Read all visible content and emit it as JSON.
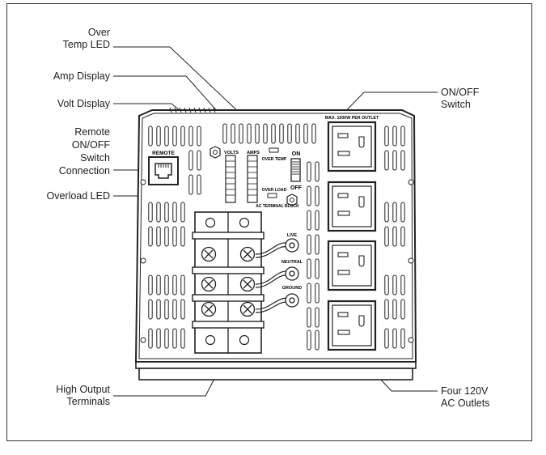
{
  "callouts": {
    "over_temp_led": [
      "Over",
      "Temp LED"
    ],
    "amp_display": "Amp Display",
    "volt_display": "Volt Display",
    "remote_switch_connection": [
      "Remote",
      "ON/OFF",
      "Switch",
      "Connection"
    ],
    "overload_led": "Overload LED",
    "high_output_terminals": [
      "High Output",
      "Terminals"
    ],
    "on_off_switch": [
      "ON/OFF",
      "Switch"
    ],
    "four_outlets": [
      "Four 120V",
      "AC Outlets"
    ]
  },
  "panel_labels": {
    "remote": "REMOTE",
    "volts": "VOLTS",
    "amps": "AMPS",
    "over_temp": "OVER TEMP",
    "over_load": "OVER LOAD",
    "ac_terminal_block": "AC TERMINAL BLOCK",
    "on": "ON",
    "off": "OFF",
    "max_outlet": "MAX. 1500W PER OUTLET",
    "live": "LIVE",
    "neutral": "NEUTRAL",
    "ground": "GROUND"
  }
}
